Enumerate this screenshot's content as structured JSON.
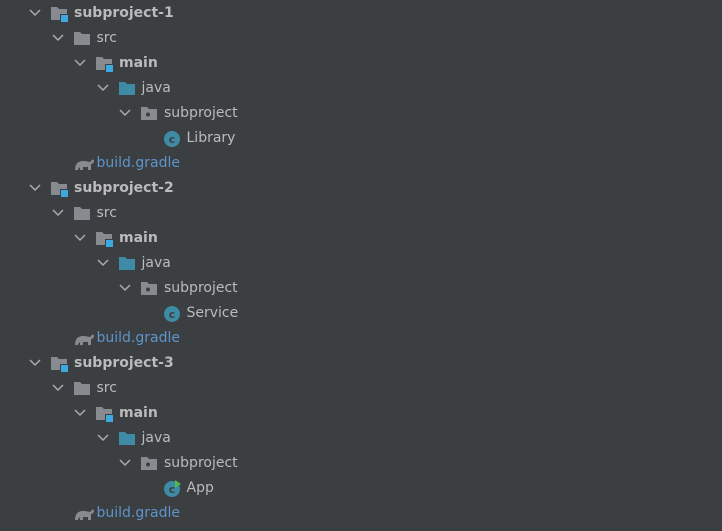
{
  "colors": {
    "background": "#3c3f41",
    "text": "#bbbbbb",
    "folder": "#878b8f",
    "module_badge": "#3ea8e0",
    "source_folder": "#3f8aa4",
    "class_icon": "#3d8ba5",
    "gradle_text": "#5e94c9",
    "run_badge": "#4cbb4c"
  },
  "tree": [
    {
      "level": 0,
      "label": "subproject-1",
      "icon": "module-folder-icon",
      "expanded": true,
      "bold": true
    },
    {
      "level": 1,
      "label": "src",
      "icon": "folder-icon",
      "expanded": true
    },
    {
      "level": 2,
      "label": "main",
      "icon": "module-folder-icon",
      "expanded": true,
      "bold": true
    },
    {
      "level": 3,
      "label": "java",
      "icon": "source-folder-icon",
      "expanded": true
    },
    {
      "level": 4,
      "label": "subproject",
      "icon": "package-icon",
      "expanded": true
    },
    {
      "level": 5,
      "label": "Library",
      "icon": "class-icon"
    },
    {
      "level": 1,
      "label": "build.gradle",
      "icon": "gradle-elephant-icon",
      "gradle": true
    },
    {
      "level": 0,
      "label": "subproject-2",
      "icon": "module-folder-icon",
      "expanded": true,
      "bold": true
    },
    {
      "level": 1,
      "label": "src",
      "icon": "folder-icon",
      "expanded": true
    },
    {
      "level": 2,
      "label": "main",
      "icon": "module-folder-icon",
      "expanded": true,
      "bold": true
    },
    {
      "level": 3,
      "label": "java",
      "icon": "source-folder-icon",
      "expanded": true
    },
    {
      "level": 4,
      "label": "subproject",
      "icon": "package-icon",
      "expanded": true
    },
    {
      "level": 5,
      "label": "Service",
      "icon": "class-icon"
    },
    {
      "level": 1,
      "label": "build.gradle",
      "icon": "gradle-elephant-icon",
      "gradle": true
    },
    {
      "level": 0,
      "label": "subproject-3",
      "icon": "module-folder-icon",
      "expanded": true,
      "bold": true
    },
    {
      "level": 1,
      "label": "src",
      "icon": "folder-icon",
      "expanded": true
    },
    {
      "level": 2,
      "label": "main",
      "icon": "module-folder-icon",
      "expanded": true,
      "bold": true
    },
    {
      "level": 3,
      "label": "java",
      "icon": "source-folder-icon",
      "expanded": true
    },
    {
      "level": 4,
      "label": "subproject",
      "icon": "package-icon",
      "expanded": true
    },
    {
      "level": 5,
      "label": "App",
      "icon": "runnable-class-icon"
    },
    {
      "level": 1,
      "label": "build.gradle",
      "icon": "gradle-elephant-icon",
      "gradle": true
    }
  ]
}
